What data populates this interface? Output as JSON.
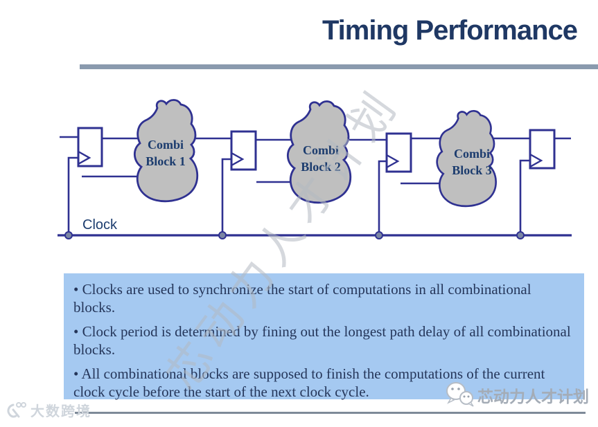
{
  "slide": {
    "title": "Timing Performance"
  },
  "diagram": {
    "clock_label": "Clock",
    "blocks": [
      {
        "line1": "Combi",
        "line2": "Block 1"
      },
      {
        "line1": "Combi",
        "line2": "Block 2"
      },
      {
        "line1": "Combi",
        "line2": "Block 3"
      }
    ]
  },
  "notes": {
    "bullets": [
      "• Clocks are used to synchronize the start of computations in all combinational blocks.",
      "• Clock period is determined by fining out the longest path delay of all combinational blocks.",
      "• All combinational blocks are supposed to finish the computations of the current clock cycle before the start of the next clock cycle."
    ]
  },
  "watermarks": {
    "diagonal_text": "芯动力人才计划",
    "bottom_right_text": "芯动力人才计划",
    "bottom_left_text": "大数跨境"
  },
  "icons": {
    "bottom_right": "wechat-chat-bubbles",
    "bottom_left": "dashu-k-logo"
  },
  "colors": {
    "title": "#1f3864",
    "rule": "#8a9aae",
    "wire": "#2f3191",
    "block_fill": "#bfbfbf",
    "block_label": "#1c3c6e",
    "note_bg": "#a5c9f1",
    "note_text": "#25365a",
    "watermark": "#b3bac2"
  }
}
